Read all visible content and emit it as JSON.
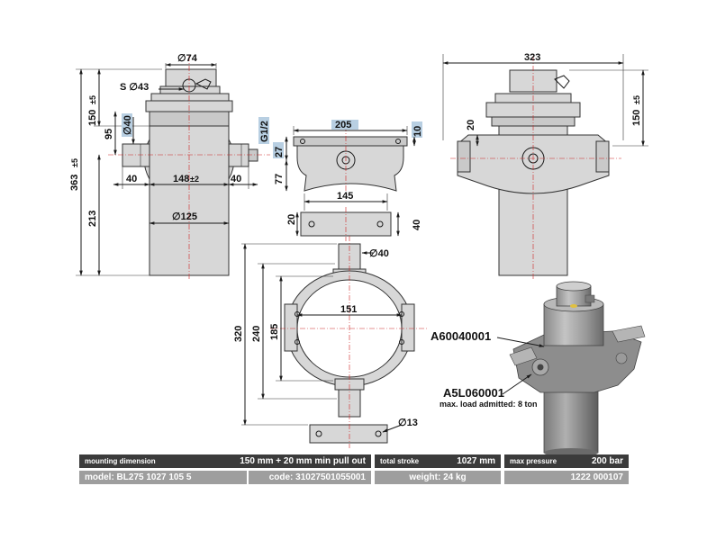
{
  "dimensions": {
    "front": {
      "d_top": "∅74",
      "s_hex": "S ∅43",
      "d_port": "∅40",
      "d_body": "∅125",
      "h_150": "150",
      "tol_150": "±5",
      "h_95": "95",
      "h_363": "363",
      "tol_363": "±5",
      "h_213": "213",
      "w_40a": "40",
      "w_148": "148",
      "tol_148": "±2",
      "w_40b": "40"
    },
    "cradle_top": {
      "thread": "G1/2",
      "w_205": "205",
      "h_10": "10",
      "h_27": "27",
      "h_77": "77",
      "w_145": "145",
      "h_20": "20",
      "h_40": "40"
    },
    "side": {
      "w_323": "323",
      "h_150": "150",
      "tol_150": "±5",
      "h_20": "20"
    },
    "ring": {
      "d_40": "∅40",
      "w_151": "151",
      "h_320": "320",
      "h_240": "240",
      "h_185": "185",
      "d_13": "∅13"
    }
  },
  "parts": {
    "upper": "A60040001",
    "lower": "A5L060001",
    "load_note": "max. load admitted: 8 ton"
  },
  "table": {
    "mounting_label": "mounting dimension",
    "mounting_value": "150 mm + 20 mm min pull out",
    "stroke_label": "total stroke",
    "stroke_value": "1027 mm",
    "pressure_label": "max pressure",
    "pressure_value": "200 bar",
    "model": "model: BL275 1027 105 5",
    "code": "code: 31027501055001",
    "weight": "weight: 24 kg",
    "ref": "1222 000107"
  }
}
